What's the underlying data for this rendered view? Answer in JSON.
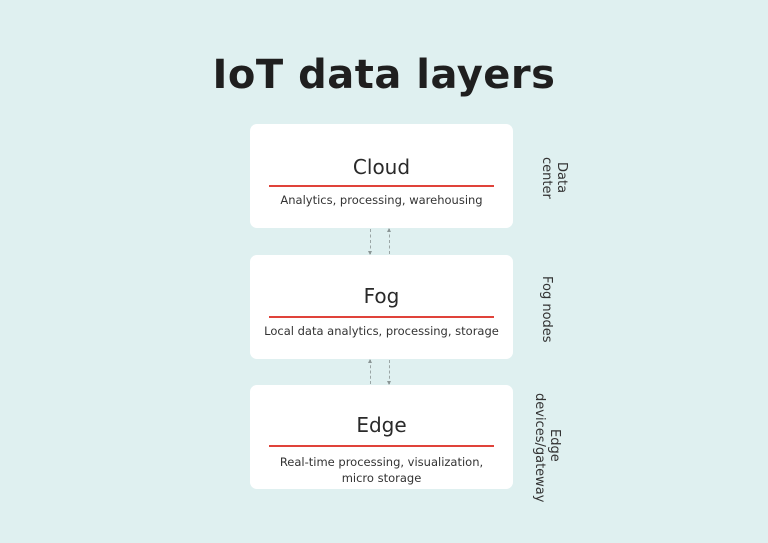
{
  "title": "IoT data layers",
  "layers": [
    {
      "name": "Cloud",
      "description": "Analytics, processing, warehousing",
      "side_label": "Data center"
    },
    {
      "name": "Fog",
      "description": "Local data analytics, processing, storage",
      "side_label": "Fog nodes"
    },
    {
      "name": "Edge",
      "description": "Real-time processing, visualization, micro storage",
      "side_label": "Edge devices/gateway"
    }
  ],
  "colors": {
    "background": "#dff0f0",
    "box": "#ffffff",
    "accent_rule": "#e0433a",
    "title": "#1f1f1f"
  },
  "connectors": [
    {
      "from": "Cloud",
      "to": "Fog",
      "style": "dashed",
      "bidirectional": true
    },
    {
      "from": "Fog",
      "to": "Edge",
      "style": "dashed",
      "bidirectional": true
    }
  ]
}
